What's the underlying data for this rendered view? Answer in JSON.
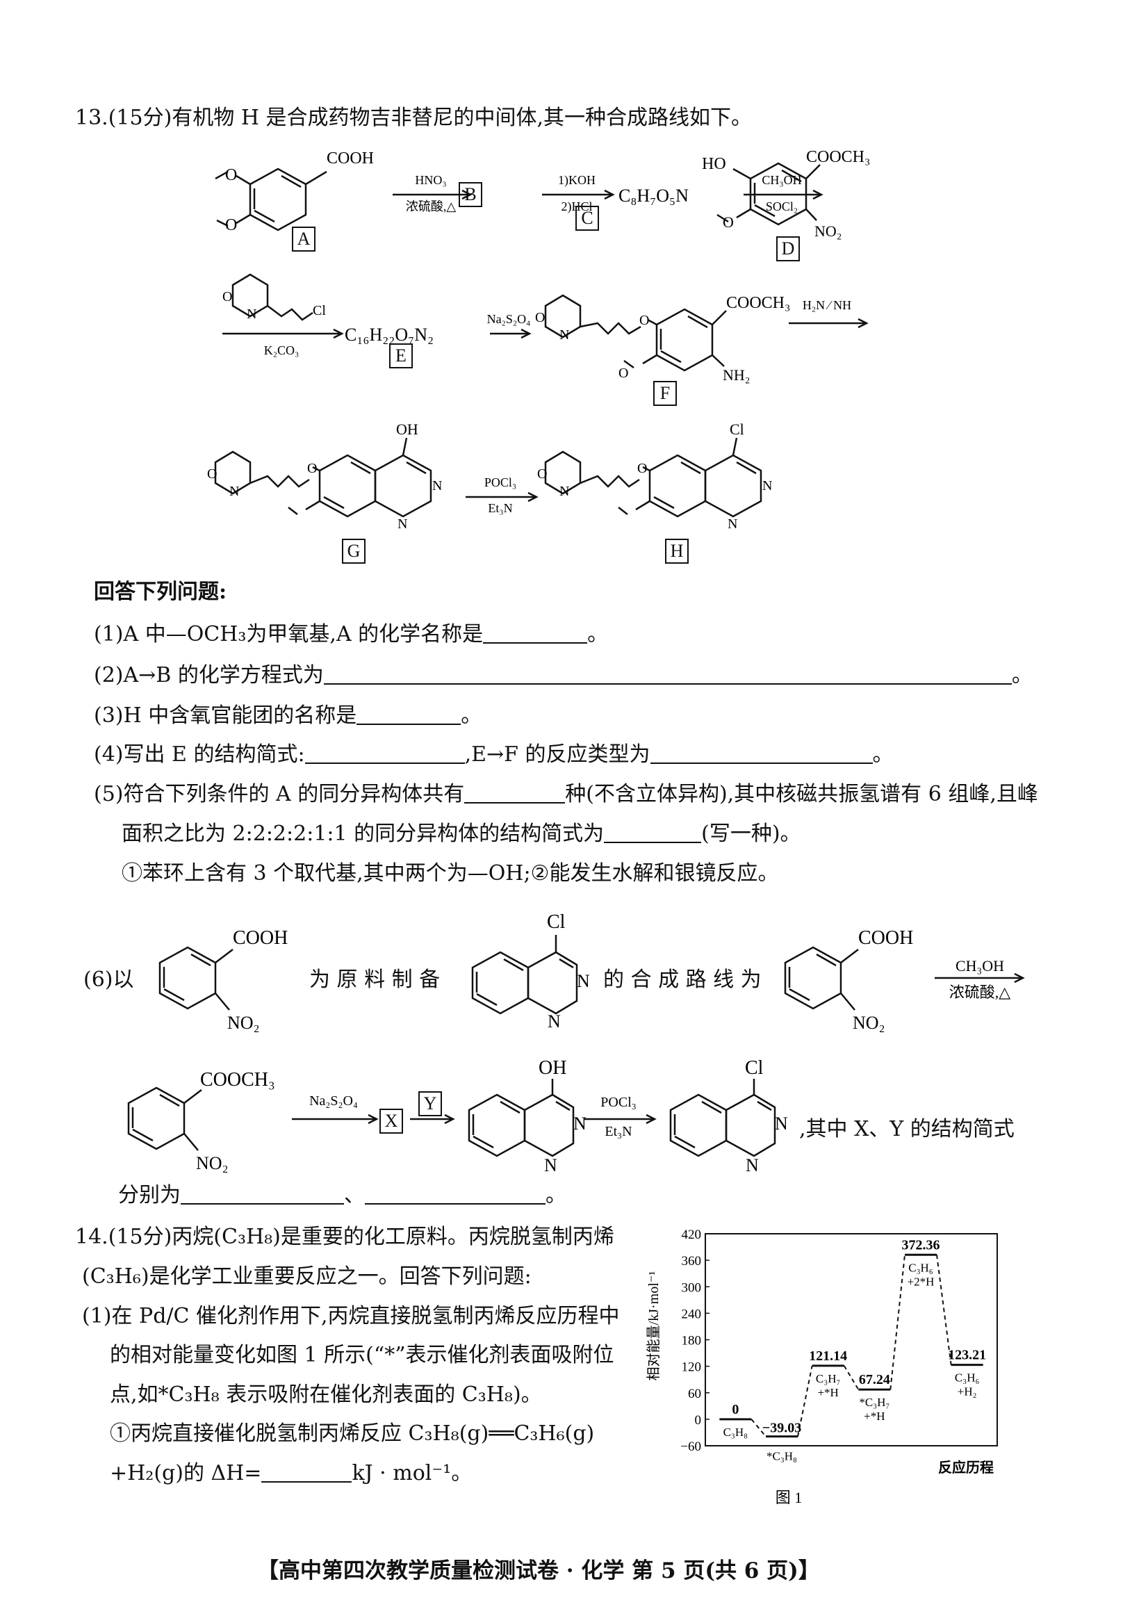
{
  "q13": {
    "title": "13.(15分)有机物 H 是合成药物吉非替尼的中间体,其一种合成路线如下。",
    "labels": [
      "A",
      "B",
      "C",
      "D",
      "E",
      "F",
      "G",
      "H",
      "X",
      "Y"
    ],
    "reagents": {
      "r1_top": "HNO₃",
      "r1_bot": "浓硫酸,△",
      "r2_top": "1)KOH",
      "r2_bot": "2)HCl",
      "c_formula": "C₈H₇O₅N",
      "r3_top": "CH₃OH",
      "r3_bot": "SOCl₂",
      "r4_bot": "K₂CO₃",
      "e_formula": "C₁₆H₂₂O₇N₂",
      "r5_top": "Na₂S₂O₄",
      "r6_top": "H₂N ⁄ NH",
      "r7_top": "POCl₃",
      "r7_bot": "Et₃N"
    },
    "groups": {
      "cooh": "COOH",
      "cooch3": "COOCH₃",
      "ho": "HO",
      "oh": "OH",
      "no2": "NO₂",
      "nh2": "NH₂",
      "cl": "Cl",
      "n": "N",
      "o": "O"
    },
    "answer_header": "回答下列问题:",
    "q1": "(1)A 中—OCH₃为甲氧基,A 的化学名称是",
    "q2": "(2)A→B 的化学方程式为",
    "q3": "(3)H 中含氧官能团的名称是",
    "q4a": "(4)写出 E 的结构简式:",
    "q4b": ",E→F 的反应类型为",
    "q5a": "(5)符合下列条件的 A 的同分异构体共有",
    "q5b": "种(不含立体异构),其中核磁共振氢谱有 6 组峰,且峰",
    "q5c": "面积之比为 2:2:2:2:1:1 的同分异构体的结构简式为",
    "q5d": "(写一种)。",
    "q5e": "①苯环上含有 3 个取代基,其中两个为—OH;②能发生水解和银镜反应。",
    "q6a": "(6)以",
    "q6b": "为 原 料 制 备",
    "q6c": "的 合 成 路 线 为",
    "q6_r1_top": "CH₃OH",
    "q6_r1_bot": "浓硫酸,△",
    "q6_r2_top": "Na₂S₂O₄",
    "q6_r3_top": "POCl₃",
    "q6_r3_bot": "Et₃N",
    "q6d": ",其中 X、Y 的结构简式",
    "q6e": "分别为",
    "q6f": "、",
    "period": "。"
  },
  "q14": {
    "title": "14.(15分)丙烷(C₃H₈)是重要的化工原料。丙烷脱氢制丙烯",
    "line2": "(C₃H₆)是化学工业重要反应之一。回答下列问题:",
    "line3": "(1)在 Pd/C 催化剂作用下,丙烷直接脱氢制丙烯反应历程中",
    "line4": "的相对能量变化如图 1 所示(“*”表示催化剂表面吸附位",
    "line5": "点,如*C₃H₈ 表示吸附在催化剂表面的 C₃H₈)。",
    "line6": "①丙烷直接催化脱氢制丙烯反应 C₃H₈(g)══C₃H₆(g)",
    "line7a": "+H₂(g)的 ΔH=",
    "line7b": "kJ · mol⁻¹。"
  },
  "chart_data": {
    "type": "line",
    "title": "",
    "ylabel": "相对能量/kJ·mol⁻¹",
    "xlabel": "反应历程",
    "caption": "图 1",
    "ylim": [
      -60,
      420
    ],
    "yticks": [
      "420",
      "360",
      "300",
      "240",
      "180",
      "120",
      "60",
      "0",
      "−60"
    ],
    "ytick_values": [
      420,
      360,
      300,
      240,
      180,
      120,
      60,
      0,
      -60
    ],
    "states": [
      {
        "value": 0,
        "value_label": "0",
        "species": "C₃H₈",
        "species2": ""
      },
      {
        "value": -39.03,
        "value_label": "−39.03",
        "species": "*C₃H₈",
        "species2": ""
      },
      {
        "value": 121.14,
        "value_label": "121.14",
        "species": "C₃H₇",
        "species2": "+*H"
      },
      {
        "value": 67.24,
        "value_label": "67.24",
        "species": "*C₃H₇",
        "species2": "+*H"
      },
      {
        "value": 372.36,
        "value_label": "372.36",
        "species": "C₃H₆",
        "species2": "+2*H"
      },
      {
        "value": 123.21,
        "value_label": "123.21",
        "species": "C₃H₆",
        "species2": "+H₂"
      }
    ]
  },
  "footer": "【高中第四次教学质量检测试卷 · 化学   第 5 页(共 6 页)】"
}
